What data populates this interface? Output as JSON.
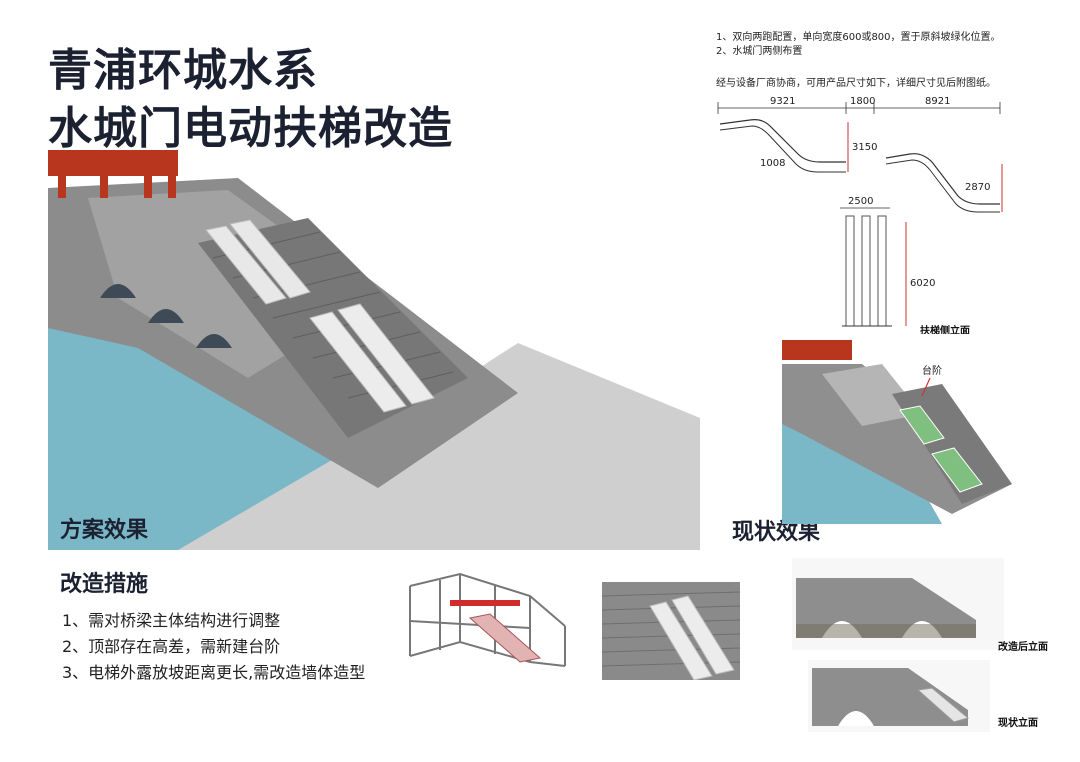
{
  "title": {
    "line1": "青浦环城水系",
    "line2": "水城门电动扶梯改造"
  },
  "notes": {
    "note1": "1、双向两跑配置，单向宽度600或800，置于原斜坡绿化位置。",
    "note2": "2、水城门两侧布置",
    "note3": "经与设备厂商协商，可用产品尺寸如下，详细尺寸见后附图纸。"
  },
  "dimensions": {
    "d1": "9321",
    "d2": "1800",
    "d3": "8921",
    "d4": "3150",
    "d5": "1008",
    "d6": "2870",
    "d7": "2500",
    "d8": "6020",
    "side_elevation": "扶梯侧立面"
  },
  "labels": {
    "proposal_effect": "方案效果",
    "current_effect": "现状效果",
    "step_label": "台阶",
    "after_elevation": "改造后立面",
    "current_elevation": "现状立面"
  },
  "measures": {
    "heading": "改造措施",
    "items": [
      "1、需对桥梁主体结构进行调整",
      "2、顶部存在高差，需新建台阶",
      "3、电梯外露放坡距离更长,需改造墙体造型"
    ]
  },
  "colors": {
    "water": "#7ab7c7",
    "stone": "#8a8a8a",
    "plaza": "#cfcfcf",
    "pavilion": "#b8361e",
    "green_stair": "#7fbf7f",
    "frame_red": "#d02c2c"
  }
}
